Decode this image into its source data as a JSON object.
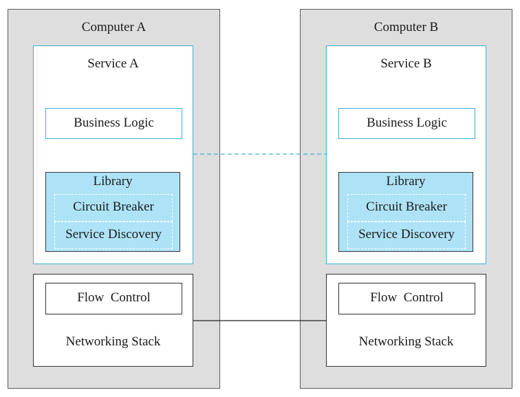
{
  "computers": [
    {
      "title": "Computer A",
      "service": {
        "title": "Service A",
        "business_logic": "Business Logic",
        "library": {
          "title": "Library",
          "items": [
            "Circuit Breaker",
            "Service Discovery"
          ]
        }
      },
      "networking": {
        "flow_control": "Flow  Control",
        "stack": "Networking Stack"
      }
    },
    {
      "title": "Computer B",
      "service": {
        "title": "Service B",
        "business_logic": "Business Logic",
        "library": {
          "title": "Library",
          "items": [
            "Circuit Breaker",
            "Service Discovery"
          ]
        }
      },
      "networking": {
        "flow_control": "Flow  Control",
        "stack": "Networking Stack"
      }
    }
  ],
  "colors": {
    "computer_fill": "#dedede",
    "service_border": "#3bb0d6",
    "library_fill": "#aee3f7",
    "logical_link": "#3bb0d6",
    "physical_link": "#222222"
  }
}
